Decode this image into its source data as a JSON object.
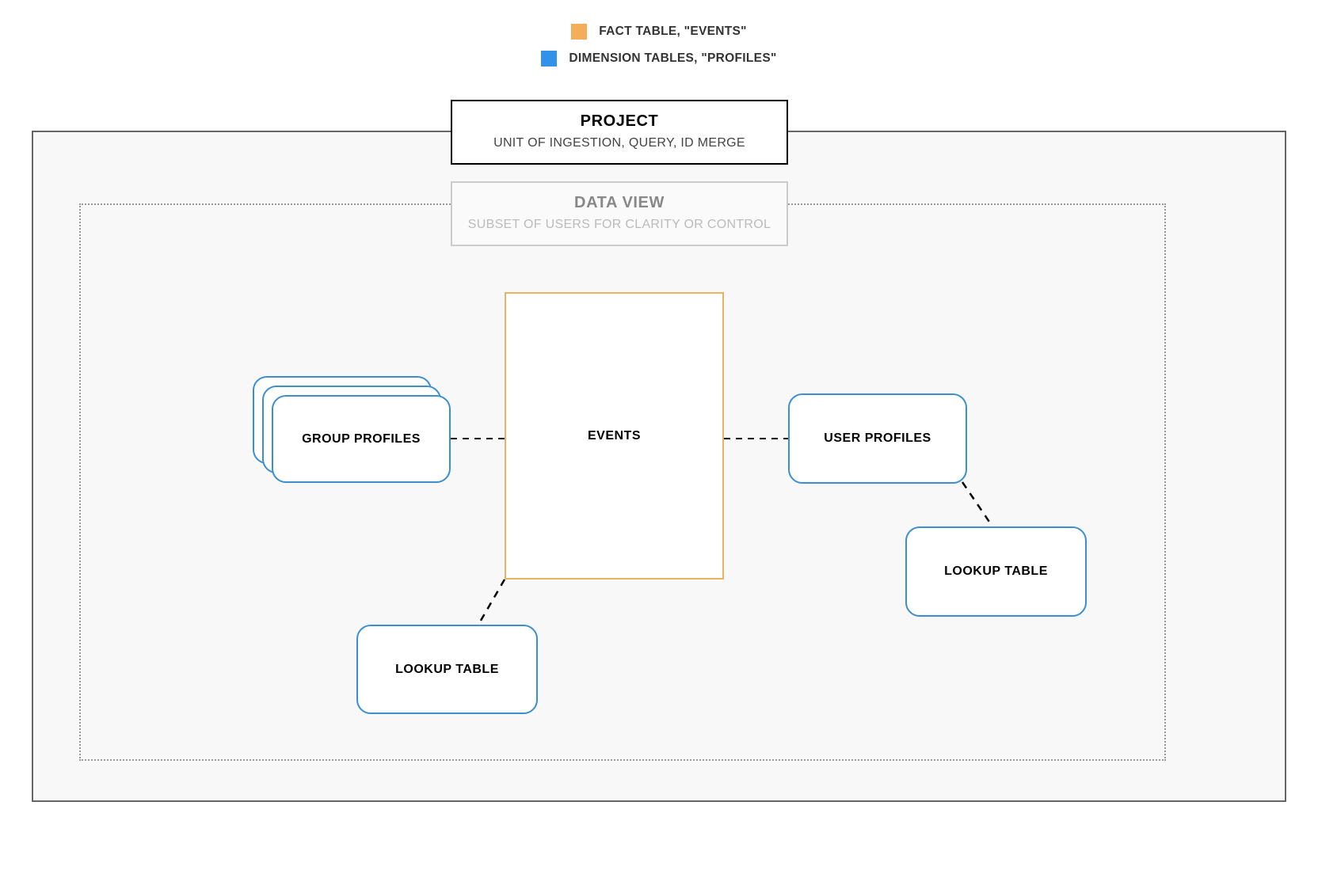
{
  "legend": {
    "items": [
      {
        "label": "FACT TABLE, \"EVENTS\"",
        "color": "#f5ad5c",
        "icon": "orange-square-swatch"
      },
      {
        "label": "DIMENSION TABLES, \"PROFILES\"",
        "color": "#3292ea",
        "icon": "blue-square-swatch"
      }
    ]
  },
  "project": {
    "title": "PROJECT",
    "subtitle": "UNIT OF INGESTION, QUERY, ID MERGE",
    "border_color": "#000000"
  },
  "data_view": {
    "title": "DATA VIEW",
    "subtitle": "SUBSET OF USERS FOR CLARITY OR CONTROL",
    "border_color": "#cccccc"
  },
  "nodes": {
    "events": {
      "label": "EVENTS",
      "color": "#e8b463",
      "type": "fact-table"
    },
    "group_profiles": {
      "label": "GROUP PROFILES",
      "color": "#3b8fd0",
      "type": "dimension-table-stack",
      "stack_count": 3
    },
    "user_profiles": {
      "label": "USER PROFILES",
      "color": "#3b8fd0",
      "type": "dimension-table"
    },
    "lookup_table_right": {
      "label": "LOOKUP TABLE",
      "color": "#3b8fd0",
      "type": "dimension-table"
    },
    "lookup_table_left": {
      "label": "LOOKUP TABLE",
      "color": "#3b8fd0",
      "type": "dimension-table"
    }
  },
  "connectors": [
    {
      "from": "group_profiles",
      "to": "events",
      "style": "dashed",
      "color": "#000000"
    },
    {
      "from": "events",
      "to": "user_profiles",
      "style": "dashed",
      "color": "#000000"
    },
    {
      "from": "user_profiles",
      "to": "lookup_table_right",
      "style": "dashed",
      "color": "#000000"
    },
    {
      "from": "events",
      "to": "lookup_table_left",
      "style": "dashed",
      "color": "#000000"
    }
  ]
}
